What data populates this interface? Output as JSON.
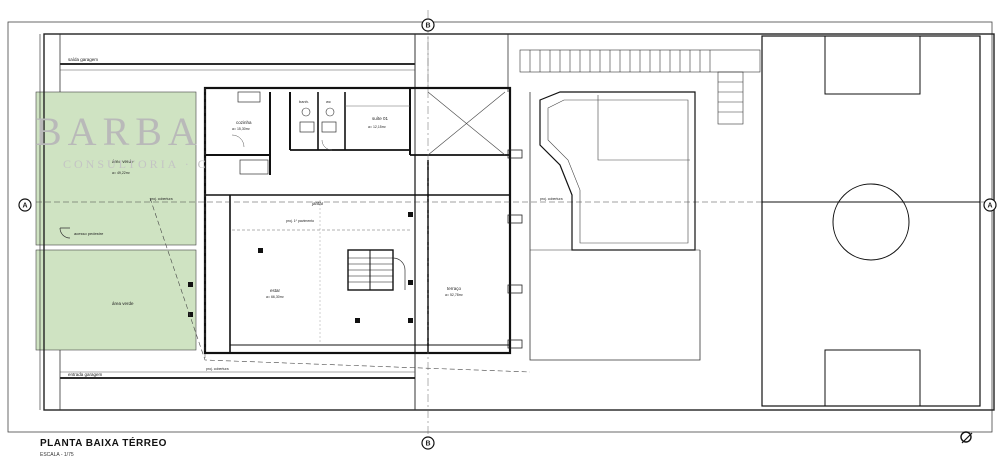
{
  "drawing": {
    "title": "PLANTA BAIXA TÉRREO",
    "scale": "ESCALA - 1/75"
  },
  "watermark": {
    "brand": "BARBA",
    "subtitle": "CONSULTORIA · C"
  },
  "section_markers": {
    "a": "A",
    "b": "B"
  },
  "rooms": {
    "green_top": {
      "name": "área verde",
      "area": "a= 49,22m²"
    },
    "green_bottom": {
      "name": "área verde"
    },
    "garage_exit": "saída garagem",
    "garage_entry": "entrada garagem",
    "pedestrian": "acesso pedestre",
    "kitchen": {
      "name": "cozinha",
      "area": "a= 15,30m²"
    },
    "suite": {
      "name": "suíte 01",
      "area": "a= 12,15m²"
    },
    "bath": "banh.",
    "wc": "wc",
    "dining": "jantar",
    "living": {
      "name": "estar",
      "area": "a= 66,30m²"
    },
    "terrace": {
      "name": "terraço",
      "area": "a= 52,78m²"
    },
    "projection_left": "proj. cobertura",
    "projection_right": "proj. cobertura",
    "projection_mid": "proj. 1º pavimento",
    "projection_bottom": "proj. cobertura"
  },
  "colors": {
    "green_area": "#cfe3c2",
    "line": "#222222"
  }
}
